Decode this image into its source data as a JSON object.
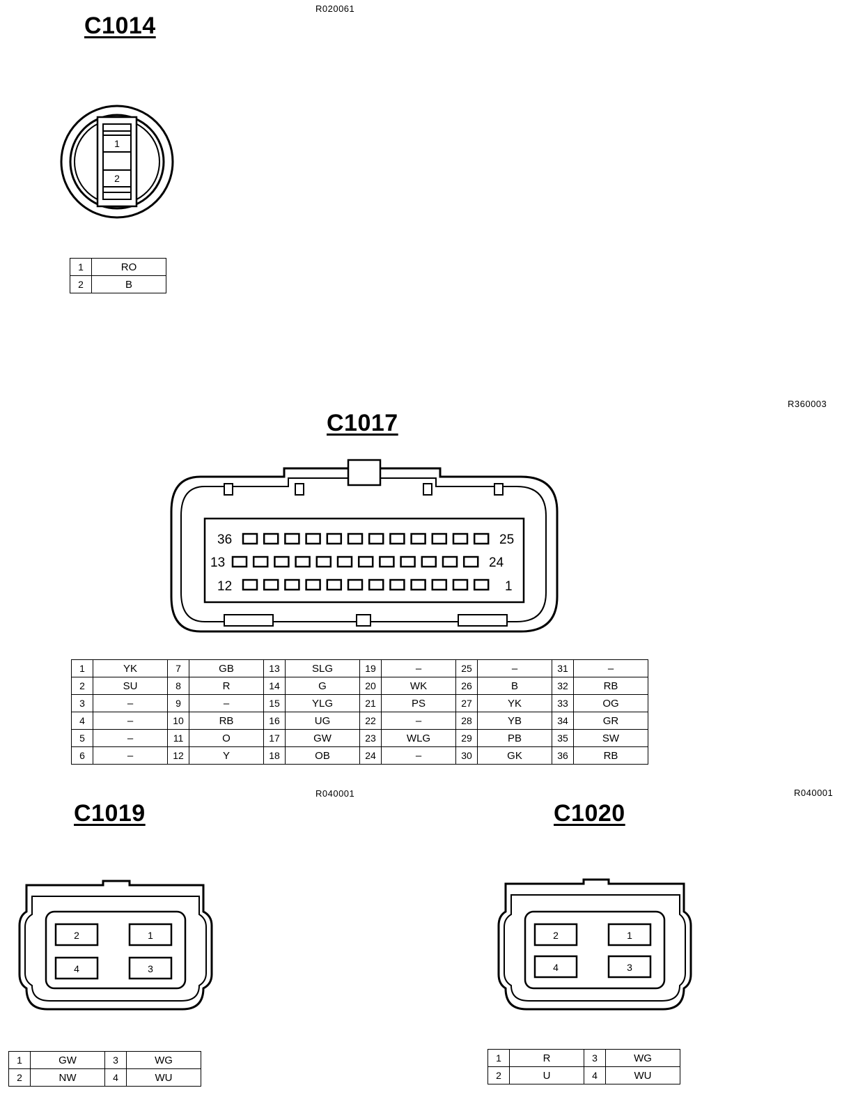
{
  "refs": {
    "r1": "R020061",
    "r2": "R360003",
    "r3": "R040001",
    "r4": "R040001"
  },
  "c1014": {
    "title": "C1014",
    "pin_labels": [
      "1",
      "2"
    ],
    "rows": [
      {
        "pin": "1",
        "color": "RO"
      },
      {
        "pin": "2",
        "color": "B"
      }
    ]
  },
  "c1017": {
    "title": "C1017",
    "face_labels": {
      "top_left": "36",
      "top_right": "25",
      "mid_left": "13",
      "mid_right": "24",
      "bot_left": "12",
      "bot_right": "1"
    },
    "table": [
      [
        {
          "pin": "1",
          "color": "YK"
        },
        {
          "pin": "7",
          "color": "GB"
        },
        {
          "pin": "13",
          "color": "SLG"
        },
        {
          "pin": "19",
          "color": "–"
        },
        {
          "pin": "25",
          "color": "–"
        },
        {
          "pin": "31",
          "color": "–"
        }
      ],
      [
        {
          "pin": "2",
          "color": "SU"
        },
        {
          "pin": "8",
          "color": "R"
        },
        {
          "pin": "14",
          "color": "G"
        },
        {
          "pin": "20",
          "color": "WK"
        },
        {
          "pin": "26",
          "color": "B"
        },
        {
          "pin": "32",
          "color": "RB"
        }
      ],
      [
        {
          "pin": "3",
          "color": "–"
        },
        {
          "pin": "9",
          "color": "–"
        },
        {
          "pin": "15",
          "color": "YLG"
        },
        {
          "pin": "21",
          "color": "PS"
        },
        {
          "pin": "27",
          "color": "YK"
        },
        {
          "pin": "33",
          "color": "OG"
        }
      ],
      [
        {
          "pin": "4",
          "color": "–"
        },
        {
          "pin": "10",
          "color": "RB"
        },
        {
          "pin": "16",
          "color": "UG"
        },
        {
          "pin": "22",
          "color": "–"
        },
        {
          "pin": "28",
          "color": "YB"
        },
        {
          "pin": "34",
          "color": "GR"
        }
      ],
      [
        {
          "pin": "5",
          "color": "–"
        },
        {
          "pin": "11",
          "color": "O"
        },
        {
          "pin": "17",
          "color": "GW"
        },
        {
          "pin": "23",
          "color": "WLG"
        },
        {
          "pin": "29",
          "color": "PB"
        },
        {
          "pin": "35",
          "color": "SW"
        }
      ],
      [
        {
          "pin": "6",
          "color": "–"
        },
        {
          "pin": "12",
          "color": "Y"
        },
        {
          "pin": "18",
          "color": "OB"
        },
        {
          "pin": "24",
          "color": "–"
        },
        {
          "pin": "30",
          "color": "GK"
        },
        {
          "pin": "36",
          "color": "RB"
        }
      ]
    ]
  },
  "c1019": {
    "title": "C1019",
    "pin_labels": [
      "2",
      "1",
      "4",
      "3"
    ],
    "table": [
      [
        {
          "pin": "1",
          "color": "GW"
        },
        {
          "pin": "3",
          "color": "WG"
        }
      ],
      [
        {
          "pin": "2",
          "color": "NW"
        },
        {
          "pin": "4",
          "color": "WU"
        }
      ]
    ]
  },
  "c1020": {
    "title": "C1020",
    "pin_labels": [
      "2",
      "1",
      "4",
      "3"
    ],
    "table": [
      [
        {
          "pin": "1",
          "color": "R"
        },
        {
          "pin": "3",
          "color": "WG"
        }
      ],
      [
        {
          "pin": "2",
          "color": "U"
        },
        {
          "pin": "4",
          "color": "WU"
        }
      ]
    ]
  }
}
